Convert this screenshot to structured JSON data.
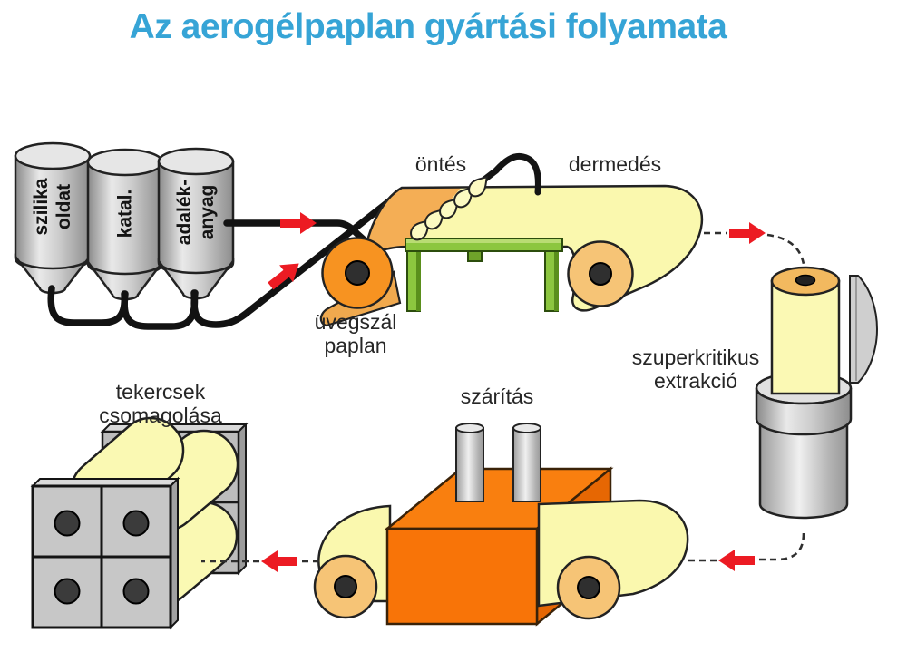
{
  "title": {
    "text": "Az aerogélpaplan gyártási folyamata",
    "color": "#36a4d6"
  },
  "process": {
    "silos": [
      {
        "name": "szilika-oldat",
        "lines": [
          "szilika",
          "oldat"
        ]
      },
      {
        "name": "katalizator",
        "lines": [
          "katal."
        ]
      },
      {
        "name": "adalekanyag",
        "lines": [
          "adalék-",
          "anyag"
        ]
      }
    ],
    "steps": {
      "ontes": "öntés",
      "dermedes": "dermedés",
      "uvegszal_paplan": [
        "üvegszál",
        "paplan"
      ],
      "szuperkritikus_extrakcio": [
        "szuperkritikus",
        "extrakció"
      ],
      "szaritas": "szárítás",
      "tekercsek_csomagolasa": [
        "tekercsek",
        "csomagolása"
      ]
    }
  },
  "colors": {
    "title_blue": "#36a4d6",
    "arrow_red": "#ec1b23",
    "belt_yellow": "#faf8ae",
    "belt_orange": "#f4ae55",
    "roller_orange": "#f79321",
    "roller_tan": "#f6c476",
    "table_green": "#8cc63f",
    "dryer_orange": "#f87408",
    "machine_gray": "#c7c7c7",
    "outline": "#222222"
  }
}
